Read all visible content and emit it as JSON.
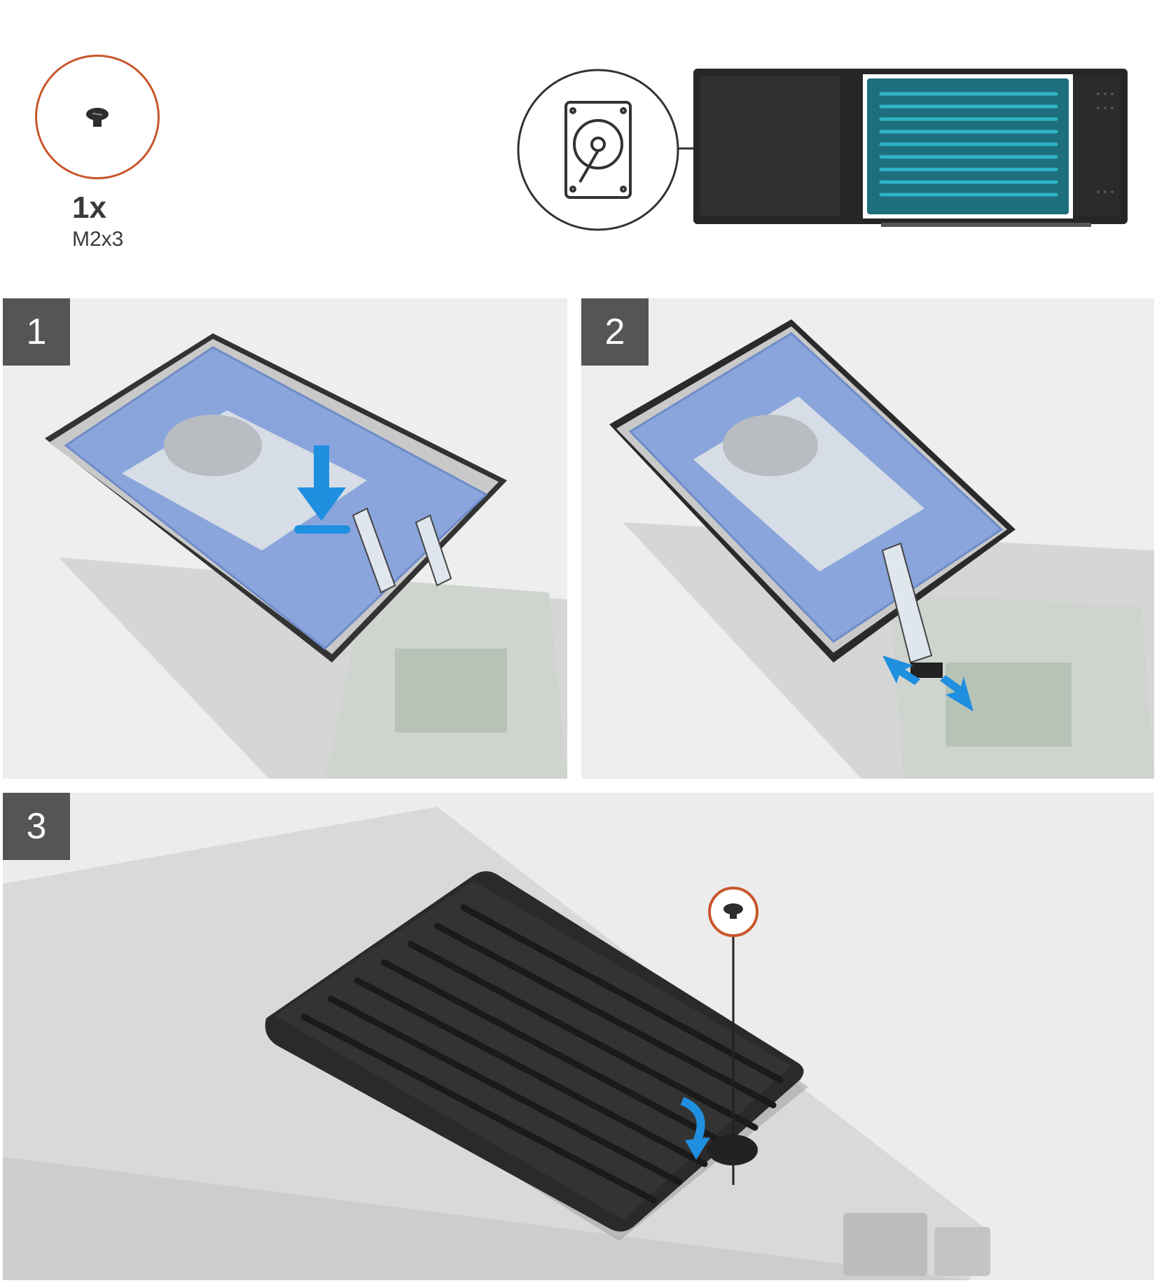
{
  "screw": {
    "quantity": "1x",
    "size": "M2x3",
    "icon": "screw-icon",
    "callout_color": "#c8562b"
  },
  "overview": {
    "icon": "hard-drive-icon"
  },
  "steps": [
    {
      "number": "1"
    },
    {
      "number": "2"
    },
    {
      "number": "3"
    }
  ],
  "colors": {
    "accent_blue": "#1f8fe0",
    "bracket_blue": "#7f9fd6",
    "panel_bg": "#eeeeee",
    "badge_bg": "#555555",
    "callout_orange": "#c8562b"
  }
}
